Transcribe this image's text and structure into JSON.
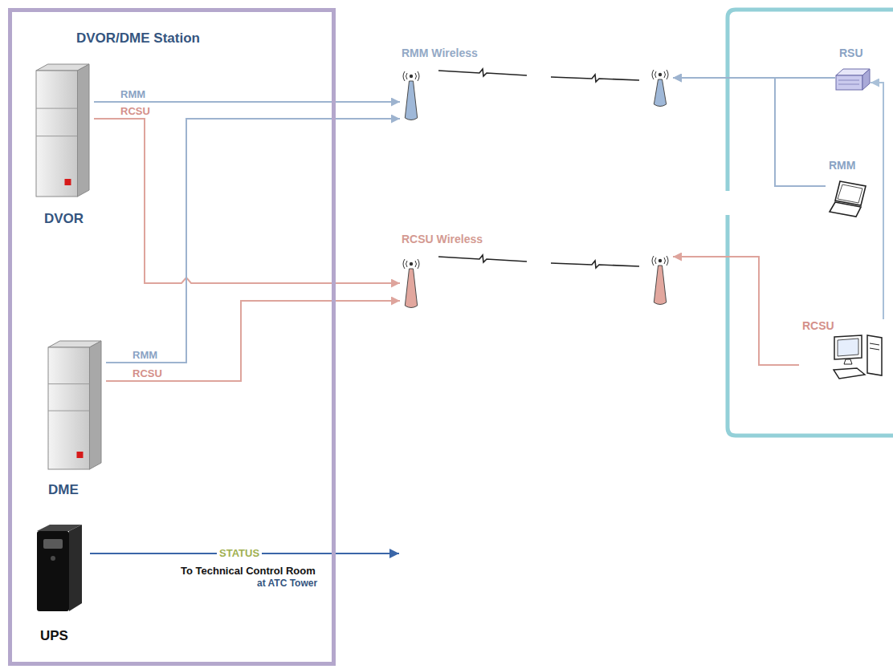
{
  "diagram": {
    "nodes": [
      {
        "text": [
          "DVOR/DME Station"
        ]
      },
      {
        "text": [
          "DVOR"
        ],
        "in": 0
      },
      {
        "text": [
          "DME"
        ],
        "in": 0
      },
      {
        "text": [
          "UPS"
        ],
        "in": 0
      },
      {
        "text": [
          "RMM Wireless"
        ]
      },
      {
        "text": [
          "RCSU Wireless"
        ]
      },
      {
        "text": [
          "RSU"
        ]
      },
      {
        "text": [
          "RMM"
        ]
      },
      {
        "text": [
          "RCSU"
        ]
      }
    ],
    "edges": [
      {
        "from": 1,
        "to": 4,
        "label": "RMM",
        "arrow": "to"
      },
      {
        "from": 1,
        "to": 5,
        "label": "RCSU",
        "arrow": "to"
      },
      {
        "from": 2,
        "to": 4,
        "label": "RMM",
        "arrow": "to"
      },
      {
        "from": 2,
        "to": 5,
        "label": "RCSU",
        "arrow": "to"
      },
      {
        "from": 6,
        "to": 4,
        "arrow": "to"
      },
      {
        "from": 7,
        "to": 4,
        "arrow": "to"
      },
      {
        "from": 8,
        "to": 5,
        "arrow": "to"
      },
      {
        "from": 8,
        "to": 6,
        "arrow": "to"
      }
    ],
    "labels": [
      "STATUS",
      "To Technical Control Room",
      "at ATC Tower"
    ]
  }
}
